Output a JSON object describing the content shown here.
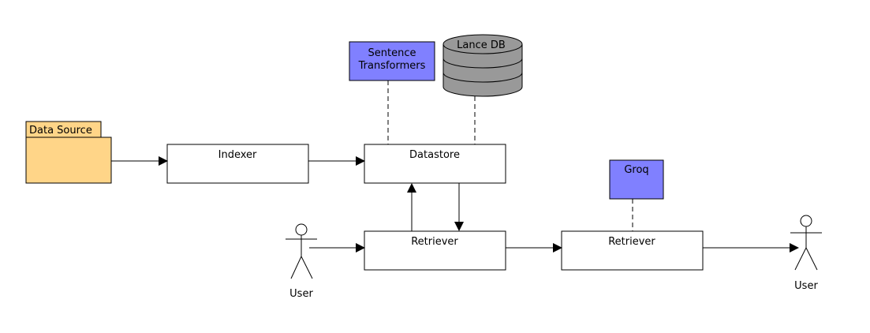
{
  "nodes": {
    "data_source": {
      "label": "Data Source",
      "color": "#FFD588"
    },
    "indexer": {
      "label": "Indexer"
    },
    "datastore": {
      "label": "Datastore"
    },
    "retriever_1": {
      "label": "Retriever"
    },
    "retriever_2": {
      "label": "Retriever"
    },
    "sentence_transformers": {
      "label_line1": "Sentence",
      "label_line2": "Transformers",
      "color": "#8080FF"
    },
    "lance_db": {
      "label": "Lance DB",
      "color": "#999999"
    },
    "groq": {
      "label": "Groq",
      "color": "#8080FF"
    },
    "user_1": {
      "label": "User"
    },
    "user_2": {
      "label": "User"
    }
  }
}
